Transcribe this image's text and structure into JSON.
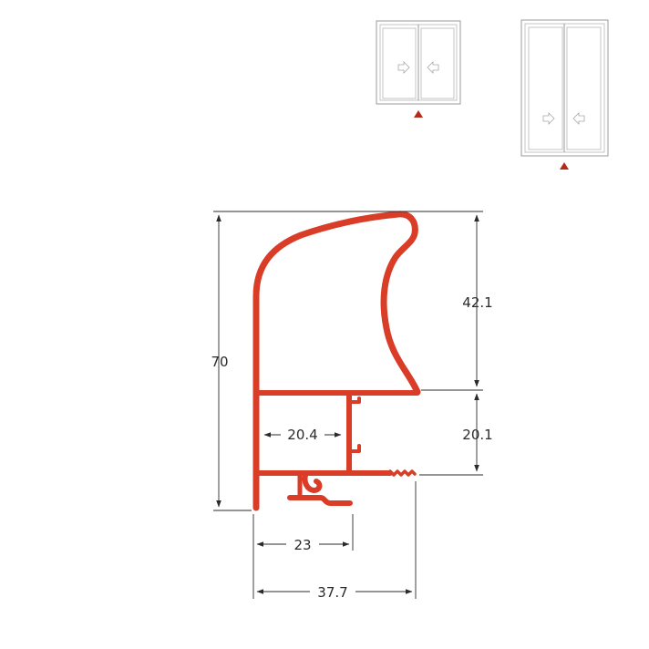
{
  "colors": {
    "profile": "#d93c27",
    "marker": "#b32a1a",
    "line": "#2b2b2b",
    "window_frame": "#9a9a9a"
  },
  "icons": {
    "window_sliding_small": "sliding-window-two-panel-icon",
    "window_sliding_tall": "sliding-window-two-panel-tall-icon",
    "section_marker": "triangle-up-marker-icon"
  },
  "dimensions": {
    "total_height": "70",
    "upper_height": "42.1",
    "lower_height": "20.1",
    "inner_width": "20.4",
    "bottom_width_short": "23",
    "bottom_width_total": "37.7"
  }
}
